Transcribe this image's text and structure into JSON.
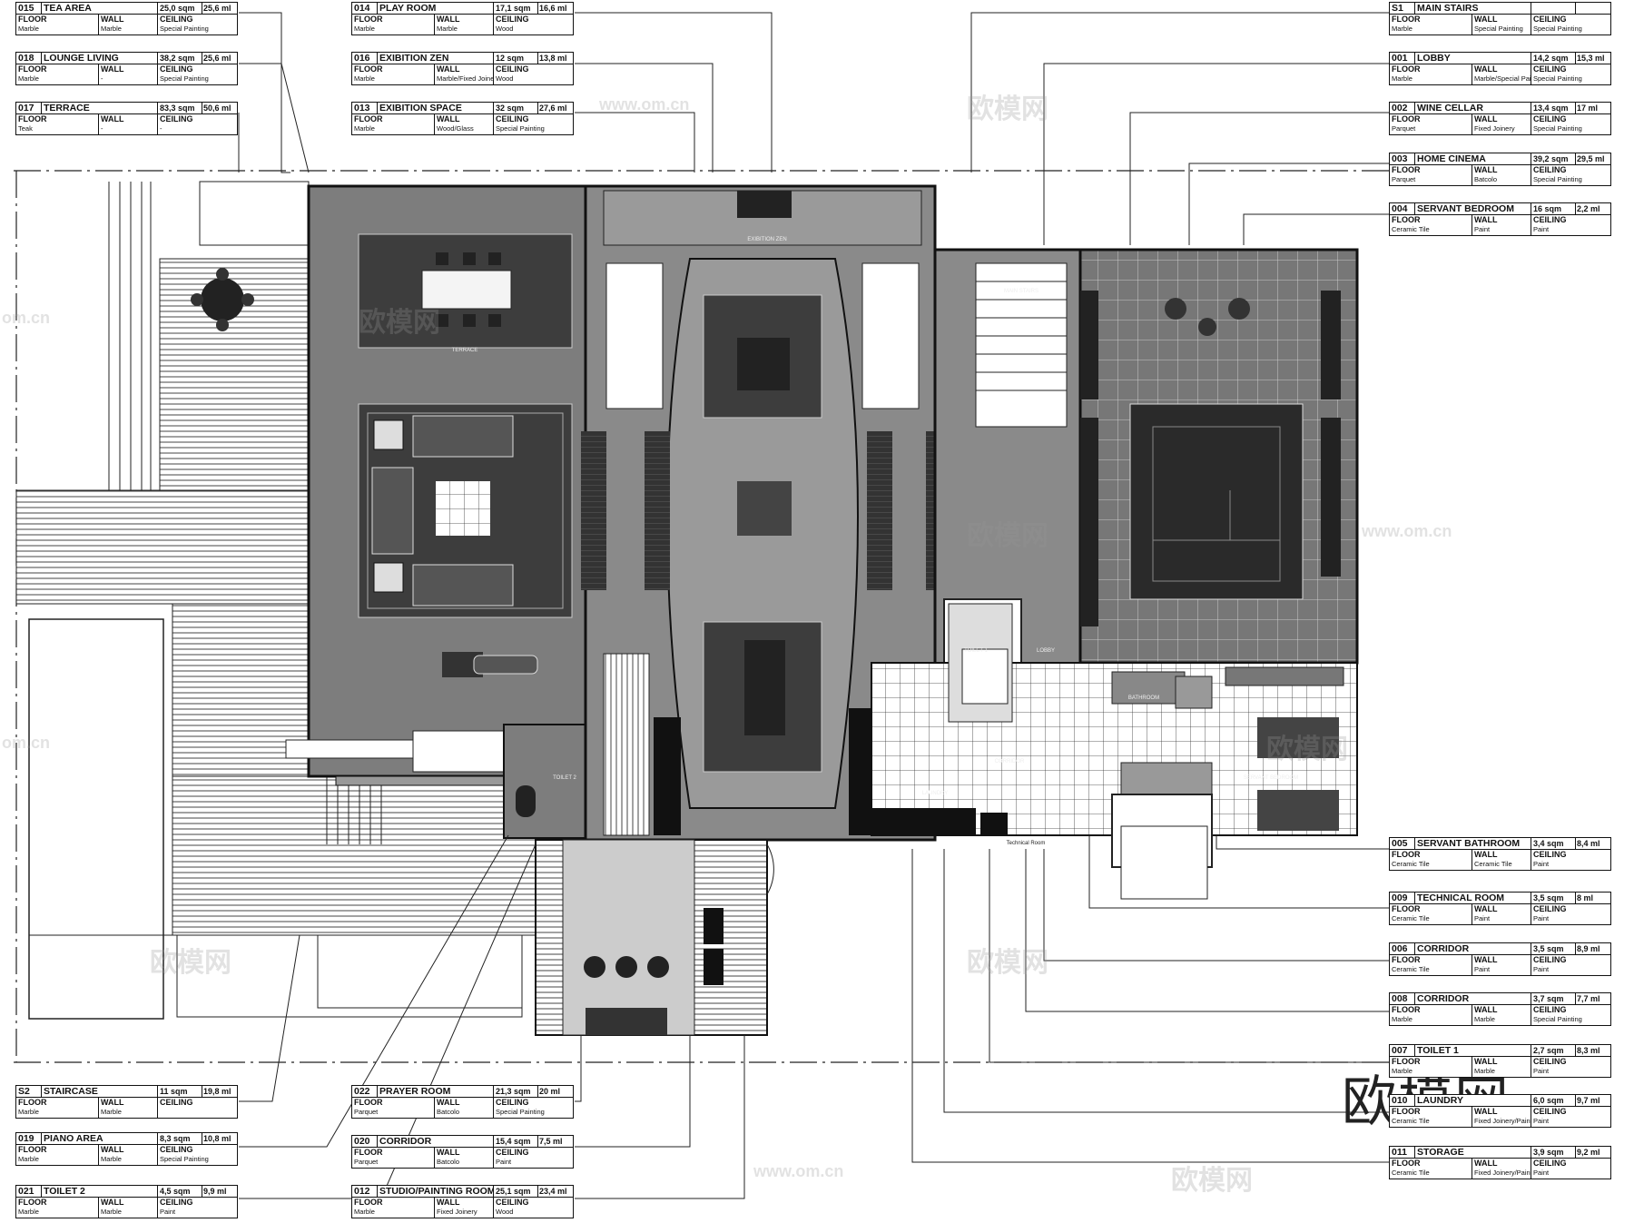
{
  "room_tags": [
    {
      "id": "t015",
      "code": "015",
      "name": "TEA AREA",
      "area": "25,0 sqm",
      "height": "25,6 ml",
      "floor": "Marble",
      "wall": "Marble",
      "ceiling": "Special Painting"
    },
    {
      "id": "t018",
      "code": "018",
      "name": "LOUNGE LIVING",
      "area": "38,2 sqm",
      "height": "25,6 ml",
      "floor": "Marble",
      "wall": "-",
      "ceiling": "Special Painting"
    },
    {
      "id": "t017",
      "code": "017",
      "name": "TERRACE",
      "area": "83,3 sqm",
      "height": "50,6 ml",
      "floor": "Teak",
      "wall": "-",
      "ceiling": "-"
    },
    {
      "id": "t014",
      "code": "014",
      "name": "PLAY ROOM",
      "area": "17,1 sqm",
      "height": "16,6 ml",
      "floor": "Marble",
      "wall": "Marble",
      "ceiling": "Wood"
    },
    {
      "id": "t016",
      "code": "016",
      "name": "EXIBITION ZEN",
      "area": "12 sqm",
      "height": "13,8 ml",
      "floor": "Marble",
      "wall": "Marble/Fixed Joinery",
      "ceiling": "Wood"
    },
    {
      "id": "t013",
      "code": "013",
      "name": "EXIBITION SPACE",
      "area": "32 sqm",
      "height": "27,6 ml",
      "floor": "Marble",
      "wall": "Wood/Glass",
      "ceiling": "Special Painting"
    },
    {
      "id": "tS1",
      "code": "S1",
      "name": "MAIN STAIRS",
      "area": "",
      "height": "",
      "floor": "Marble",
      "wall": "Special Painting",
      "ceiling": "Special Painting"
    },
    {
      "id": "t001",
      "code": "001",
      "name": "LOBBY",
      "area": "14,2 sqm",
      "height": "15,3 ml",
      "floor": "Marble",
      "wall": "Marble/Special Painting",
      "ceiling": "Special Painting"
    },
    {
      "id": "t002",
      "code": "002",
      "name": "WINE CELLAR",
      "area": "13,4 sqm",
      "height": "17 ml",
      "floor": "Parquet",
      "wall": "Fixed Joinery",
      "ceiling": "Special Painting"
    },
    {
      "id": "t003",
      "code": "003",
      "name": "HOME CINEMA",
      "area": "39,2 sqm",
      "height": "29,5 ml",
      "floor": "Parquet",
      "wall": "Batcolo",
      "ceiling": "Special Painting"
    },
    {
      "id": "t004",
      "code": "004",
      "name": "SERVANT BEDROOM",
      "area": "16 sqm",
      "height": "2,2 ml",
      "floor": "Ceramic Tile",
      "wall": "Paint",
      "ceiling": "Paint"
    },
    {
      "id": "t005",
      "code": "005",
      "name": "SERVANT BATHROOM",
      "area": "3,4 sqm",
      "height": "8,4 ml",
      "floor": "Ceramic Tile",
      "wall": "Ceramic Tile",
      "ceiling": "Paint"
    },
    {
      "id": "t009",
      "code": "009",
      "name": "TECHNICAL ROOM",
      "area": "3,5 sqm",
      "height": "8 ml",
      "floor": "Ceramic Tile",
      "wall": "Paint",
      "ceiling": "Paint"
    },
    {
      "id": "t006",
      "code": "006",
      "name": "CORRIDOR",
      "area": "3,5 sqm",
      "height": "8,9 ml",
      "floor": "Ceramic Tile",
      "wall": "Paint",
      "ceiling": "Paint"
    },
    {
      "id": "t008",
      "code": "008",
      "name": "CORRIDOR",
      "area": "3,7 sqm",
      "height": "7,7 ml",
      "floor": "Marble",
      "wall": "Marble",
      "ceiling": "Special Painting"
    },
    {
      "id": "t007",
      "code": "007",
      "name": "TOILET 1",
      "area": "2,7 sqm",
      "height": "8,3 ml",
      "floor": "Marble",
      "wall": "Marble",
      "ceiling": "Paint"
    },
    {
      "id": "t010",
      "code": "010",
      "name": "LAUNDRY",
      "area": "6,0 sqm",
      "height": "9,7 ml",
      "floor": "Ceramic Tile",
      "wall": "Fixed Joinery/Paint",
      "ceiling": "Paint"
    },
    {
      "id": "t011",
      "code": "011",
      "name": "STORAGE",
      "area": "3,9 sqm",
      "height": "9,2 ml",
      "floor": "Ceramic Tile",
      "wall": "Fixed Joinery/Paint",
      "ceiling": "Paint"
    },
    {
      "id": "tS2",
      "code": "S2",
      "name": "STAIRCASE",
      "area": "11 sqm",
      "height": "19,8 ml",
      "floor": "Marble",
      "wall": "Marble",
      "ceiling": ""
    },
    {
      "id": "t019",
      "code": "019",
      "name": "PIANO AREA",
      "area": "8,3 sqm",
      "height": "10,8 ml",
      "floor": "Marble",
      "wall": "Marble",
      "ceiling": "Special Painting"
    },
    {
      "id": "t021",
      "code": "021",
      "name": "TOILET 2",
      "area": "4,5 sqm",
      "height": "9,9 ml",
      "floor": "Marble",
      "wall": "Marble",
      "ceiling": "Paint"
    },
    {
      "id": "t022",
      "code": "022",
      "name": "PRAYER ROOM",
      "area": "21,3 sqm",
      "height": "20 ml",
      "floor": "Parquet",
      "wall": "Batcolo",
      "ceiling": "Special Painting"
    },
    {
      "id": "t020",
      "code": "020",
      "name": "CORRIDOR",
      "area": "15,4 sqm",
      "height": "7,5 ml",
      "floor": "Parquet",
      "wall": "Batcolo",
      "ceiling": "Paint"
    },
    {
      "id": "t012",
      "code": "012",
      "name": "STUDIO/PAINTING ROOM",
      "area": "25,1 sqm",
      "height": "23,4 ml",
      "floor": "Marble",
      "wall": "Fixed Joinery",
      "ceiling": "Wood"
    }
  ],
  "column_headers": {
    "floor": "FLOOR",
    "wall": "WALL",
    "ceiling": "CEILING"
  },
  "plan_labels": {
    "exibition_zen": "EXIBITION ZEN",
    "terrace": "TERRACE",
    "main_stairs": "MAIN STAIRS",
    "lobby": "LOBBY",
    "toilet1": "TOILET 1",
    "corridor": "CORRIDOR",
    "bathroom": "BATHROOM",
    "servant_bedroom": "SERVANT BEDROOM",
    "laundry": "LAUNDRY",
    "toilet2": "TOILET 2",
    "technical_room": "Technical Room"
  },
  "watermarks": {
    "cn": "欧模网",
    "url": "www.om.cn",
    "short_url": "om.cn"
  },
  "brand": "欧模网"
}
